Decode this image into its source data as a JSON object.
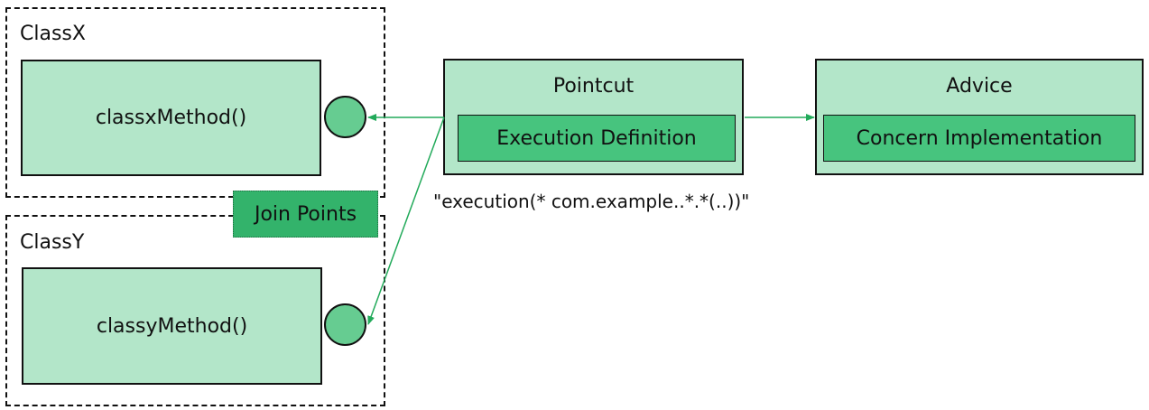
{
  "class_x": {
    "label": "ClassX",
    "method": "classxMethod()"
  },
  "class_y": {
    "label": "ClassY",
    "method": "classyMethod()"
  },
  "join_points": {
    "label": "Join Points"
  },
  "pointcut": {
    "title": "Pointcut",
    "inner": "Execution Definition",
    "expression": "\"execution(* com.example..*.*(..))\""
  },
  "advice": {
    "title": "Advice",
    "inner": "Concern Implementation"
  },
  "colors": {
    "box_fill": "#b3e6c9",
    "inner_fill": "#47c47e",
    "circle_fill": "#66cc91",
    "join_label_fill": "#33b36b",
    "arrow": "#22aa5a",
    "border": "#111111"
  }
}
